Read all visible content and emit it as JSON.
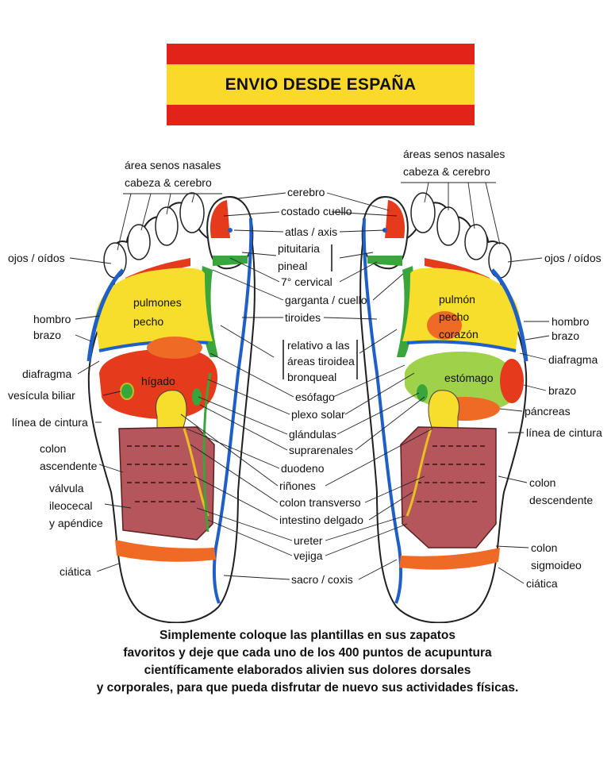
{
  "banner": {
    "text": "ENVIO DESDE ESPAÑA",
    "colors": {
      "red": "#e2231a",
      "yellow": "#fbd92b"
    }
  },
  "left_foot": {
    "top_label_1": "área senos nasales",
    "top_label_2": "cabeza & cerebro",
    "ojos_oidos": "ojos / oídos",
    "hombro": "hombro",
    "brazo": "brazo",
    "diafragma": "diafragma",
    "vesicula": "vesícula biliar",
    "linea_cintura": "línea de cintura",
    "colon_1": "colon",
    "colon_2": "ascendente",
    "valvula_1": "válvula",
    "valvula_2": "ileocecal",
    "valvula_3": "y apéndice",
    "ciatica": "ciática",
    "pulmones": "pulmones",
    "pecho": "pecho",
    "higado": "hígado"
  },
  "center": {
    "cerebro": "cerebro",
    "costado_cuello": "costado cuello",
    "atlas": "atlas / axis",
    "pituitaria": "pituitaria",
    "pineal": "pineal",
    "cervical": "7° cervical",
    "garganta": "garganta / cuello",
    "tiroides": "tiroides",
    "relativo_1": "relativo a las",
    "relativo_2": "áreas tiroidea",
    "relativo_3": "bronqueal",
    "esofago": "esófago",
    "plexo": "plexo solar",
    "glandulas": "glándulas",
    "suprarrenales": "suprarenales",
    "duodeno": "duodeno",
    "rinones": "riñones",
    "colon_transverso": "colon transverso",
    "intestino": "intestino delgado",
    "ureter": "ureter",
    "vejiga": "vejiga",
    "sacro": "sacro / coxis"
  },
  "right_foot": {
    "top_label_1": "áreas senos nasales",
    "top_label_2": "cabeza & cerebro",
    "ojos_oidos": "ojos / oídos",
    "hombro": "hombro",
    "brazo_1": "brazo",
    "diafragma": "diafragma",
    "brazo_2": "brazo",
    "pancreas": "páncreas",
    "linea_cintura": "línea de cintura",
    "colon_1": "colon",
    "colon_2": "descendente",
    "colon_sig_1": "colon",
    "colon_sig_2": "sigmoideo",
    "ciatica": "ciática",
    "pulmon": "pulmón",
    "pecho": "pecho",
    "corazon": "corazón",
    "estomago": "estómago"
  },
  "zone_colors": {
    "red": "#e63a1c",
    "orange": "#ef6a24",
    "yellow": "#f7dd2c",
    "green": "#3aa53a",
    "light_green": "#9fd24a",
    "blue": "#1f5fc8",
    "brown": "#b5565c"
  },
  "caption": {
    "line1": "Simplemente coloque las plantillas en sus zapatos",
    "line2": "favoritos y deje que cada uno de los 400 puntos de acupuntura",
    "line3": "científicamente elaborados alivien sus dolores dorsales",
    "line4": "y corporales, para que pueda disfrutar de nuevo sus actividades físicas."
  }
}
